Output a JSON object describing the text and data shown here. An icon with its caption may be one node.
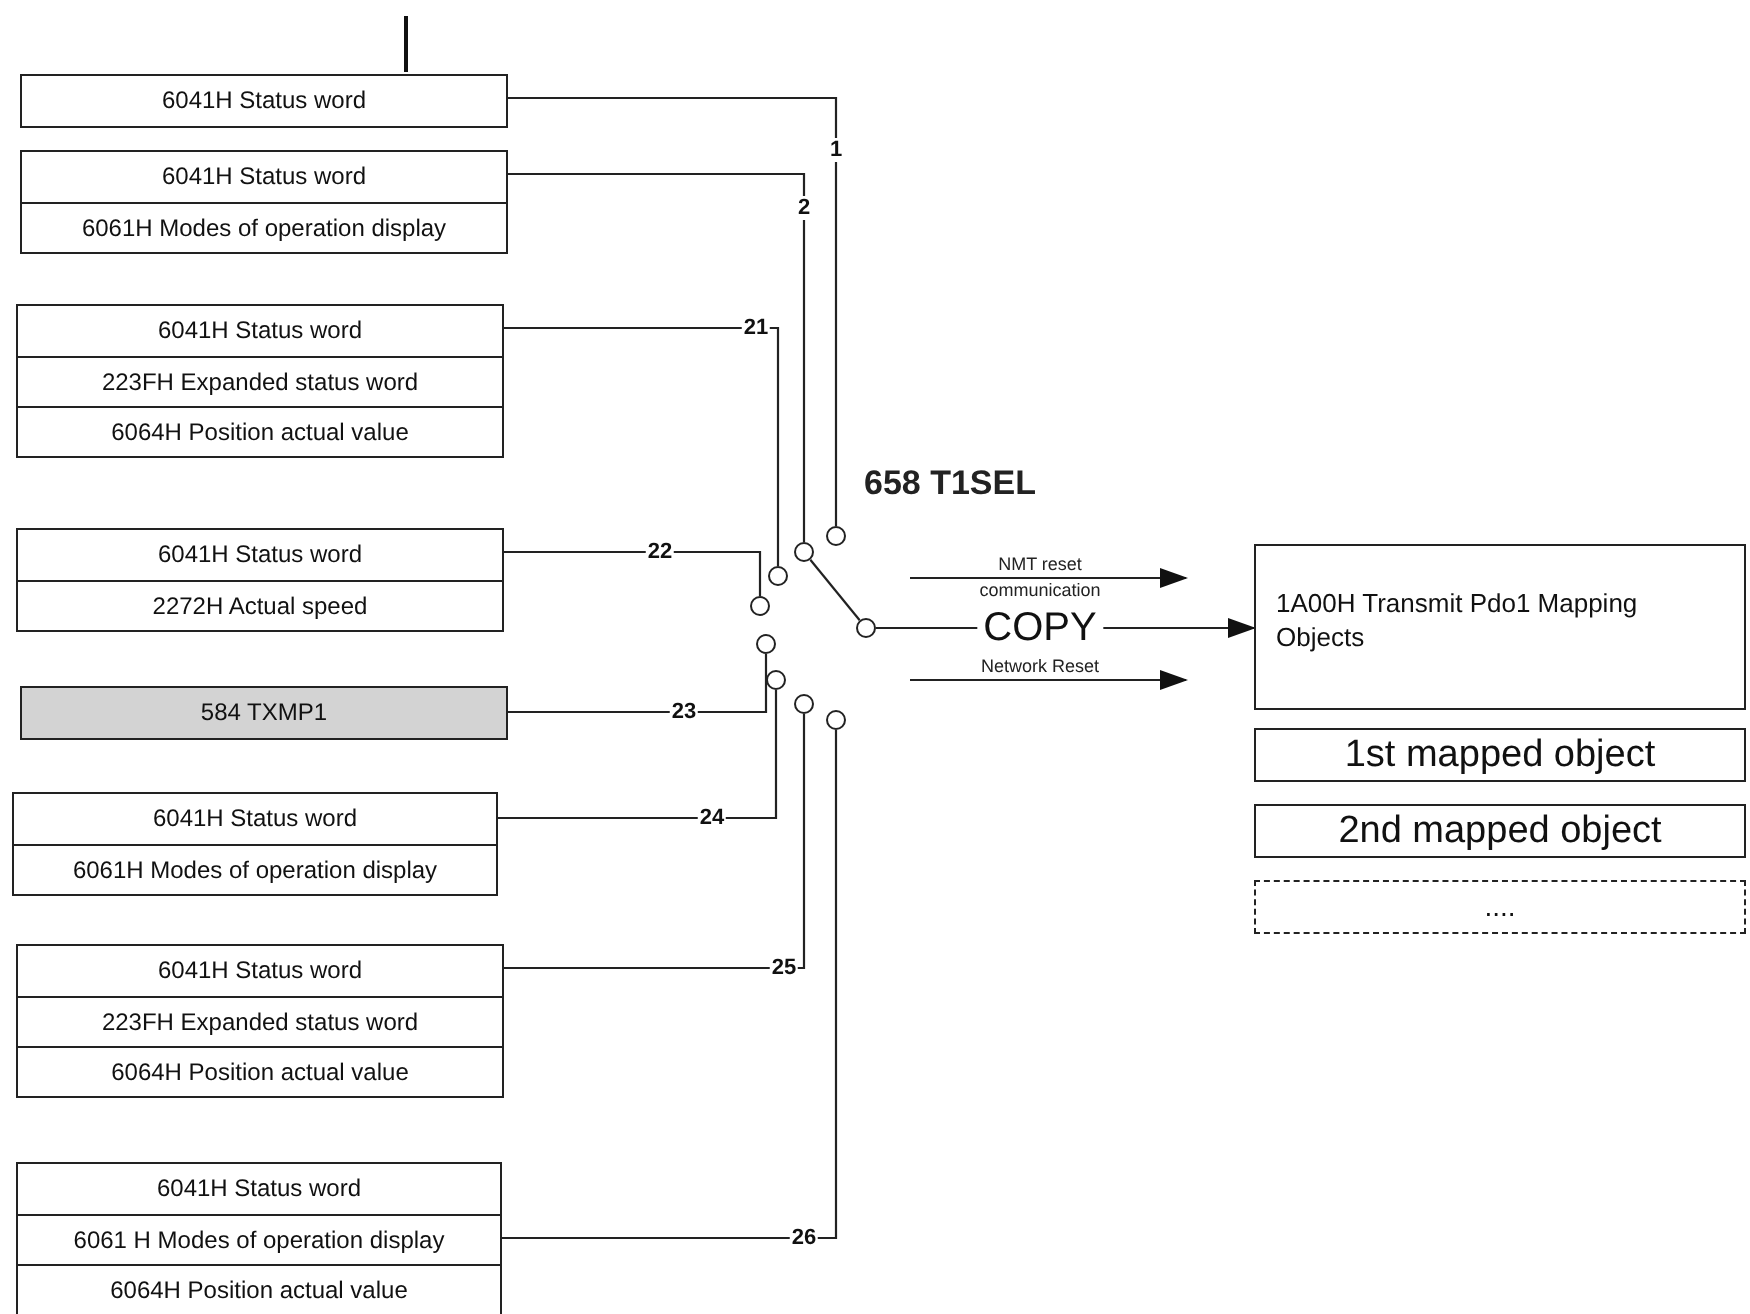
{
  "diagram": {
    "nodes": [
      {
        "text": [
          "6041H Status word"
        ]
      },
      {
        "text": [
          "6041H Status word",
          "6061H Modes of operation display"
        ]
      },
      {
        "text": [
          "6041H Status word",
          "223FH Expanded status word",
          "6064H Position actual value"
        ]
      },
      {
        "text": [
          "6041H Status word",
          "2272H Actual speed"
        ]
      },
      {
        "text": [
          "584 TXMP1"
        ]
      },
      {
        "text": [
          "6041H Status word",
          "6061H Modes of operation display"
        ]
      },
      {
        "text": [
          "6041H Status word",
          "223FH Expanded status word",
          "6064H Position actual value"
        ]
      },
      {
        "text": [
          "6041H Status word",
          "6061 H Modes of operation display",
          "6064H Position actual value"
        ]
      },
      {
        "text": [],
        "shape": "circle"
      },
      {
        "text": [],
        "shape": "circle"
      },
      {
        "text": [],
        "shape": "circle"
      },
      {
        "text": [],
        "shape": "circle"
      },
      {
        "text": [],
        "shape": "circle"
      },
      {
        "text": [],
        "shape": "circle"
      },
      {
        "text": [],
        "shape": "circle"
      },
      {
        "text": [],
        "shape": "circle"
      },
      {
        "text": [],
        "shape": "circle"
      },
      {
        "text": [
          "1A00H Transmit Pdo1 Mapping Objects"
        ]
      },
      {
        "text": [
          "1st mapped object"
        ]
      },
      {
        "text": [
          "2nd mapped object"
        ]
      },
      {
        "text": [
          "...."
        ]
      }
    ],
    "edges": [
      {
        "from": 0,
        "to": 8,
        "arrow": "none",
        "label": "1"
      },
      {
        "from": 1,
        "to": 9,
        "arrow": "none",
        "label": "2"
      },
      {
        "from": 2,
        "to": 10,
        "arrow": "none",
        "label": "21"
      },
      {
        "from": 3,
        "to": 11,
        "arrow": "none",
        "label": "22"
      },
      {
        "from": 4,
        "to": 12,
        "arrow": "none",
        "label": "23"
      },
      {
        "from": 5,
        "to": 13,
        "arrow": "none",
        "label": "24"
      },
      {
        "from": 6,
        "to": 14,
        "arrow": "none",
        "label": "25"
      },
      {
        "from": 7,
        "to": 15,
        "arrow": "none",
        "label": "26"
      },
      {
        "from": 16,
        "to": 9,
        "arrow": "none"
      },
      {
        "from": 16,
        "to": 17,
        "arrow": "to",
        "label": "COPY"
      }
    ],
    "labels": [
      "658 T1SEL",
      "NMT reset communication",
      "Network Reset"
    ]
  }
}
